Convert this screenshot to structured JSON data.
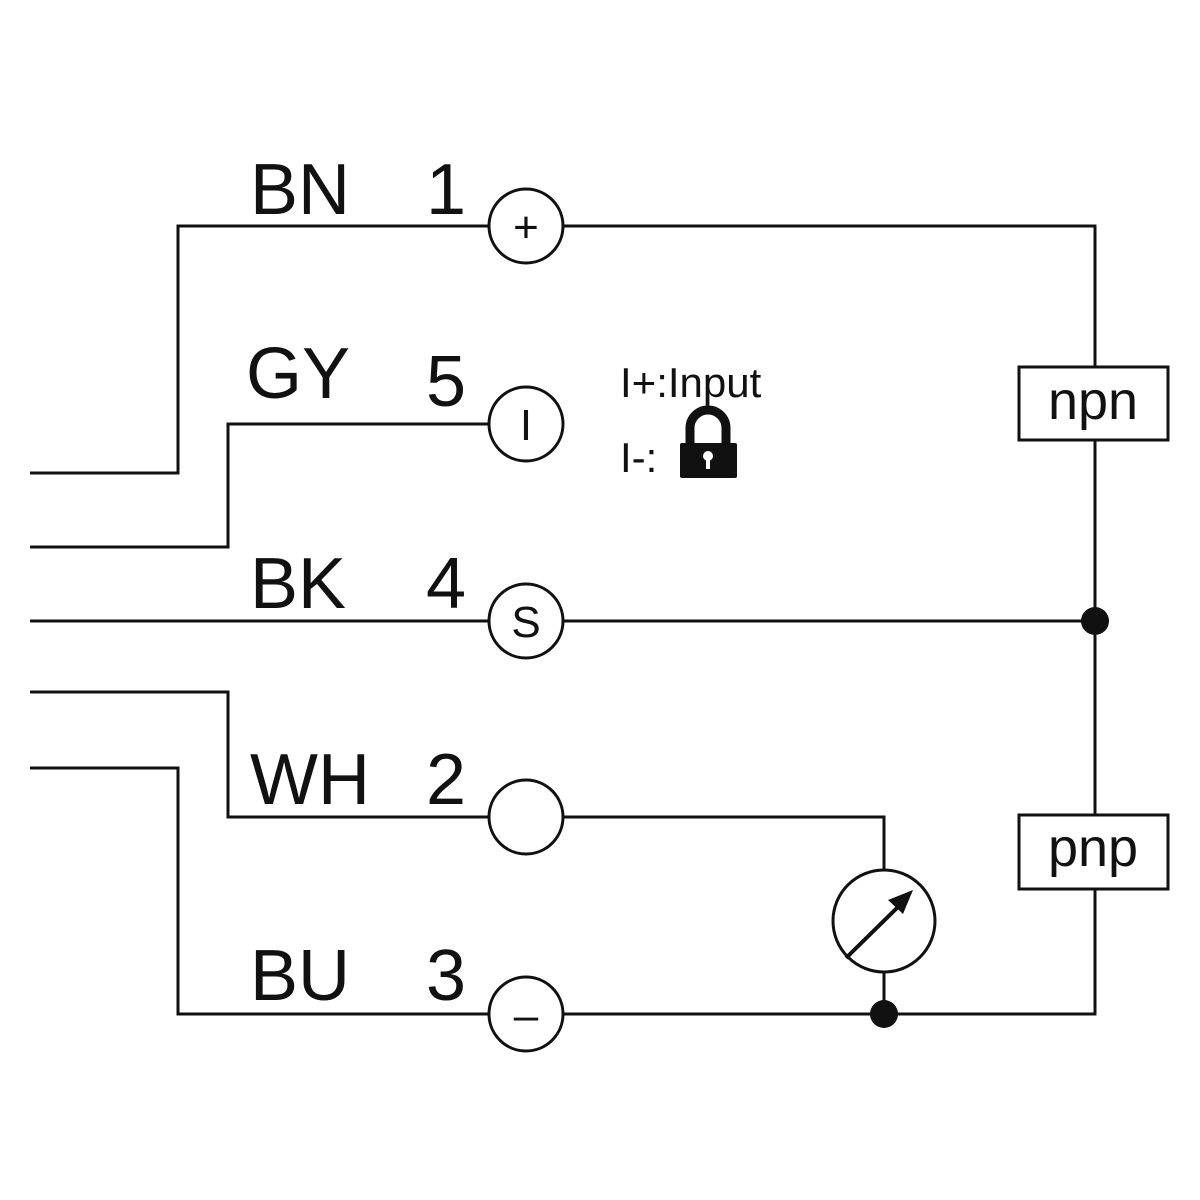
{
  "wires": [
    {
      "color_code": "BN",
      "pin": "1",
      "symbol": "+"
    },
    {
      "color_code": "GY",
      "pin": "5",
      "symbol": "I"
    },
    {
      "color_code": "BK",
      "pin": "4",
      "symbol": "S"
    },
    {
      "color_code": "WH",
      "pin": "2",
      "symbol": ""
    },
    {
      "color_code": "BU",
      "pin": "3",
      "symbol": "–"
    }
  ],
  "notes": {
    "input_line": "I+:Input",
    "lock_line": "I-:"
  },
  "boxes": {
    "npn": "npn",
    "pnp": "pnp"
  },
  "icons": {
    "lock": "padlock-icon",
    "meter": "adjustable-load-meter-icon"
  }
}
